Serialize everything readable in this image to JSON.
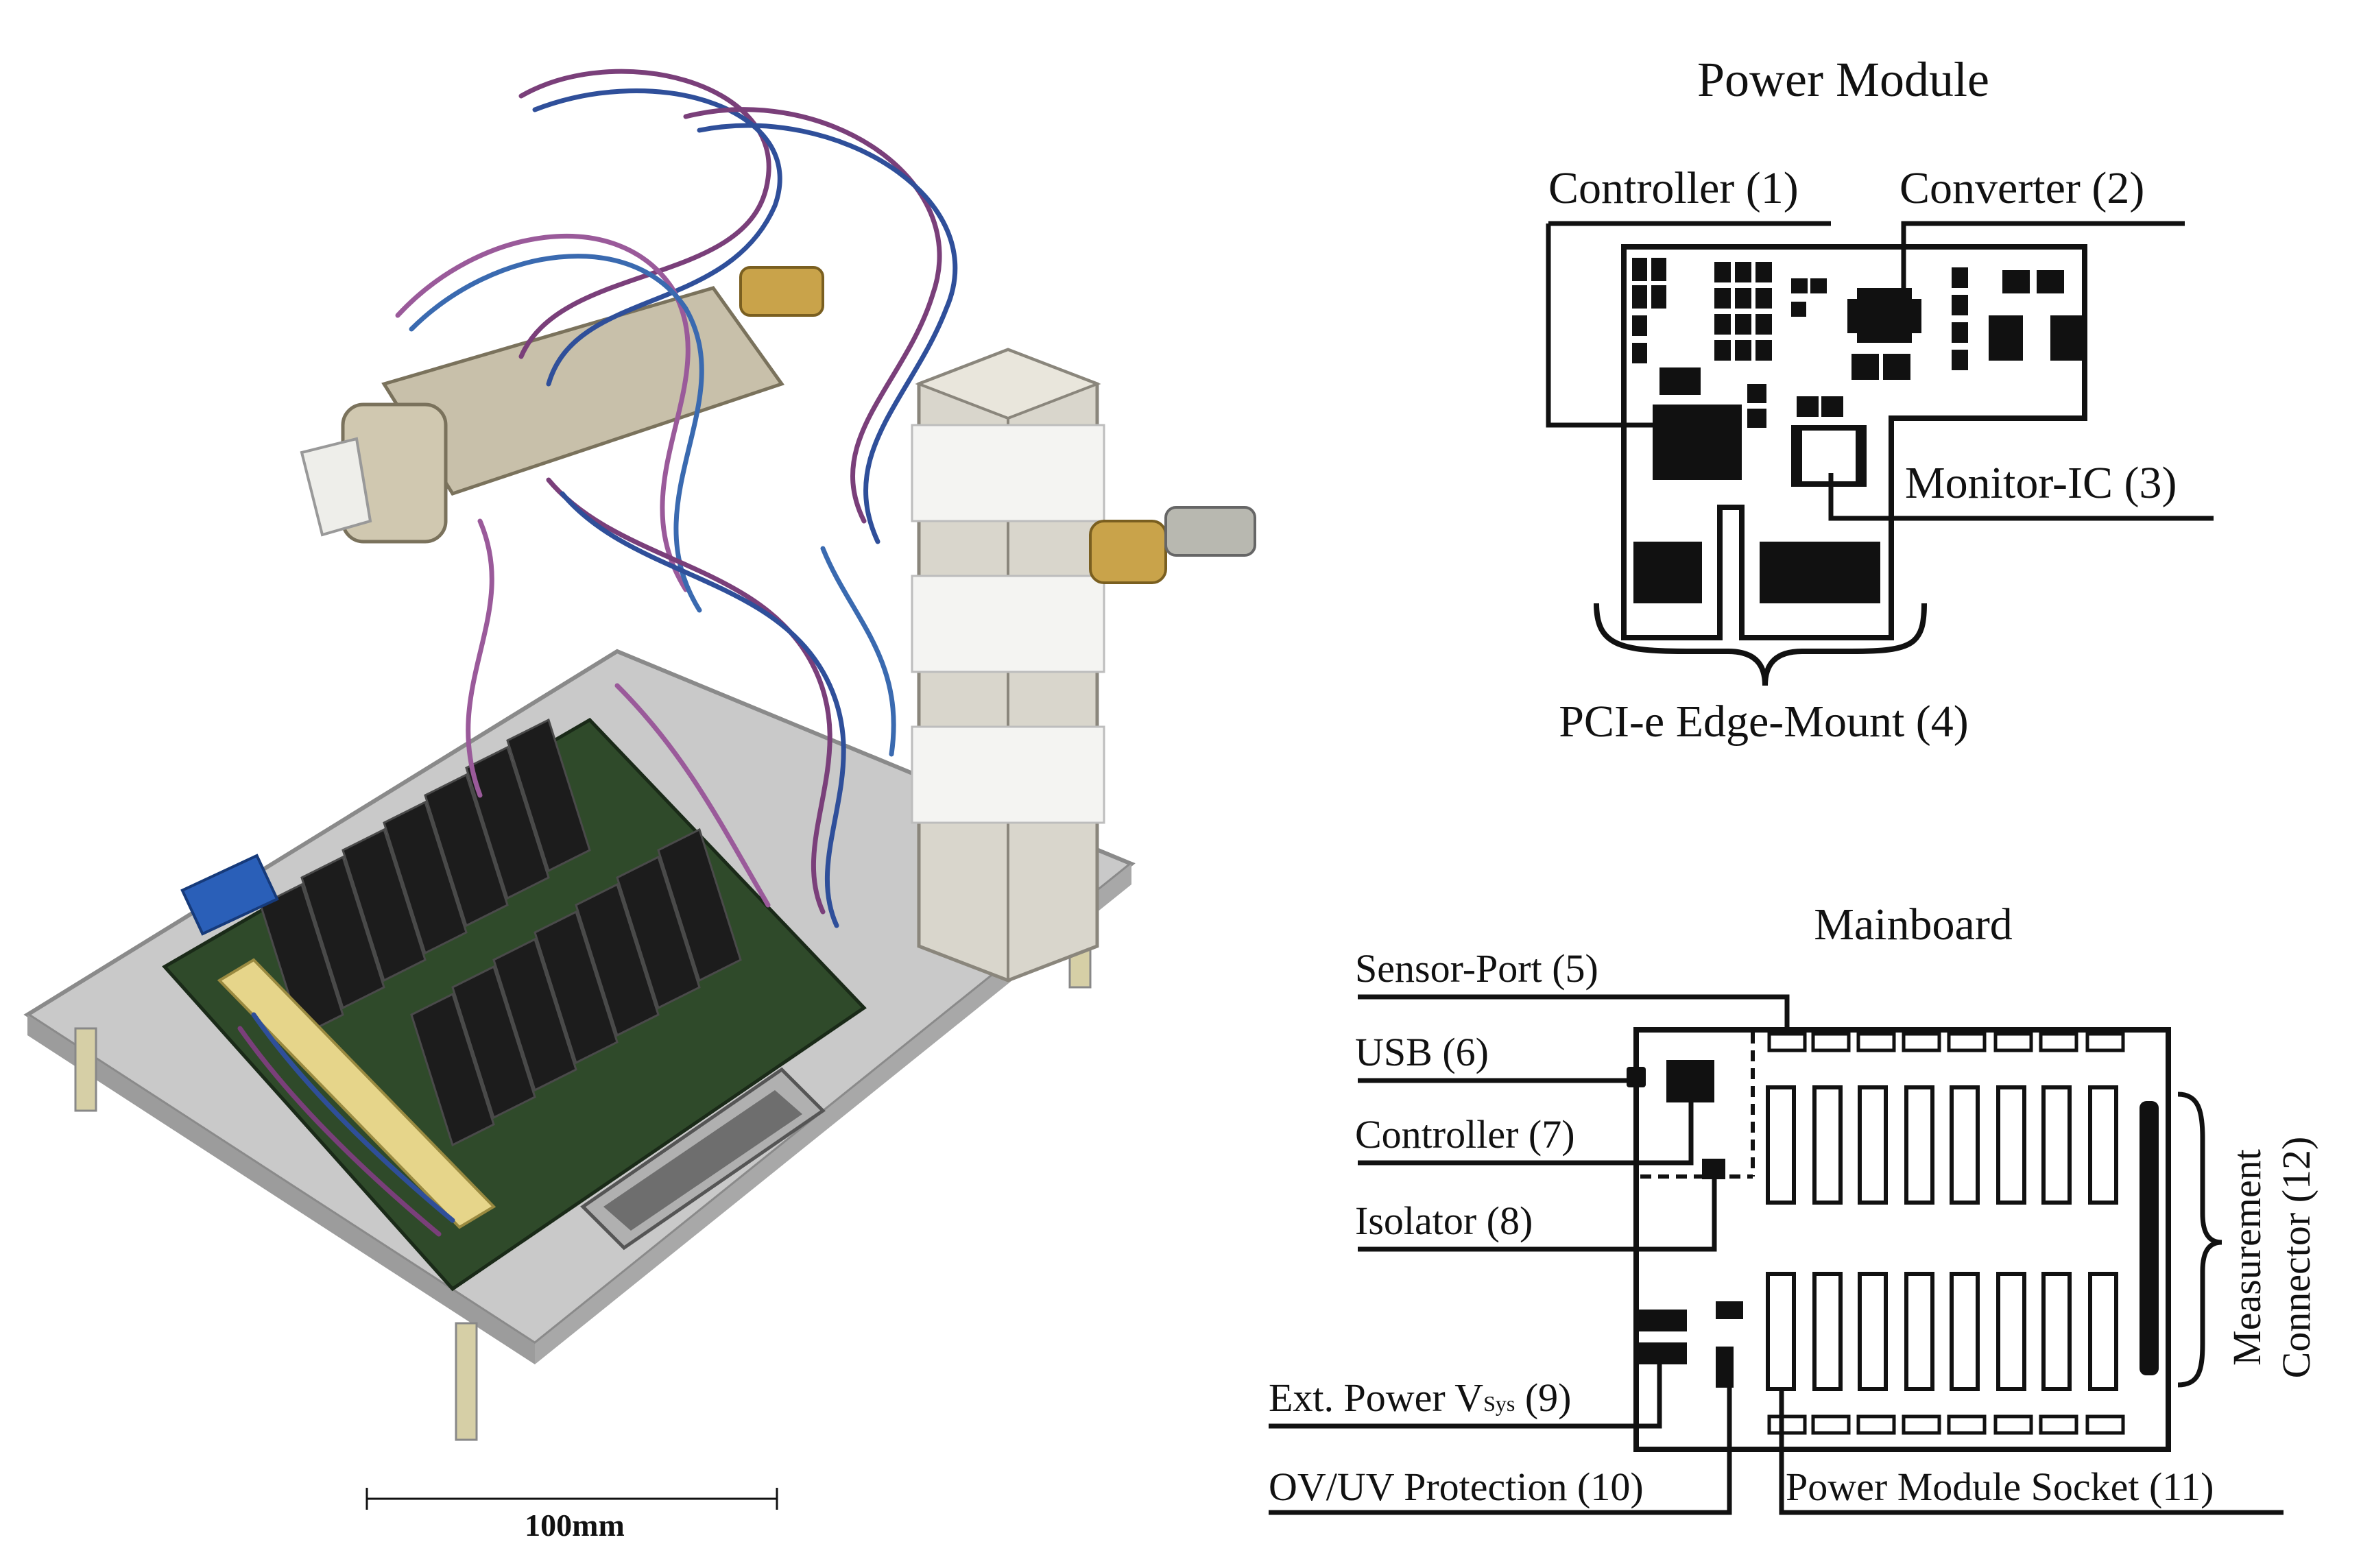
{
  "photo": {
    "scale_bar_label": "100mm"
  },
  "power_module": {
    "title": "Power Module",
    "labels": {
      "controller": "Controller (1)",
      "converter": "Converter (2)",
      "monitor_ic": "Monitor-IC (3)",
      "pcie_edge_mount": "PCI-e Edge-Mount (4)"
    }
  },
  "mainboard": {
    "title": "Mainboard",
    "labels": {
      "sensor_port": "Sensor-Port (5)",
      "usb": "USB (6)",
      "controller": "Controller (7)",
      "isolator": "Isolator (8)",
      "ext_power_prefix": "Ext. Power V",
      "ext_power_sub": "Sys",
      "ext_power_suffix": " (9)",
      "ov_uv_protection": "OV/UV Protection (10)",
      "power_module_socket": "Power Module Socket (11)",
      "measurement_line1": "Measurement",
      "measurement_line2": "Connector (12)"
    }
  }
}
